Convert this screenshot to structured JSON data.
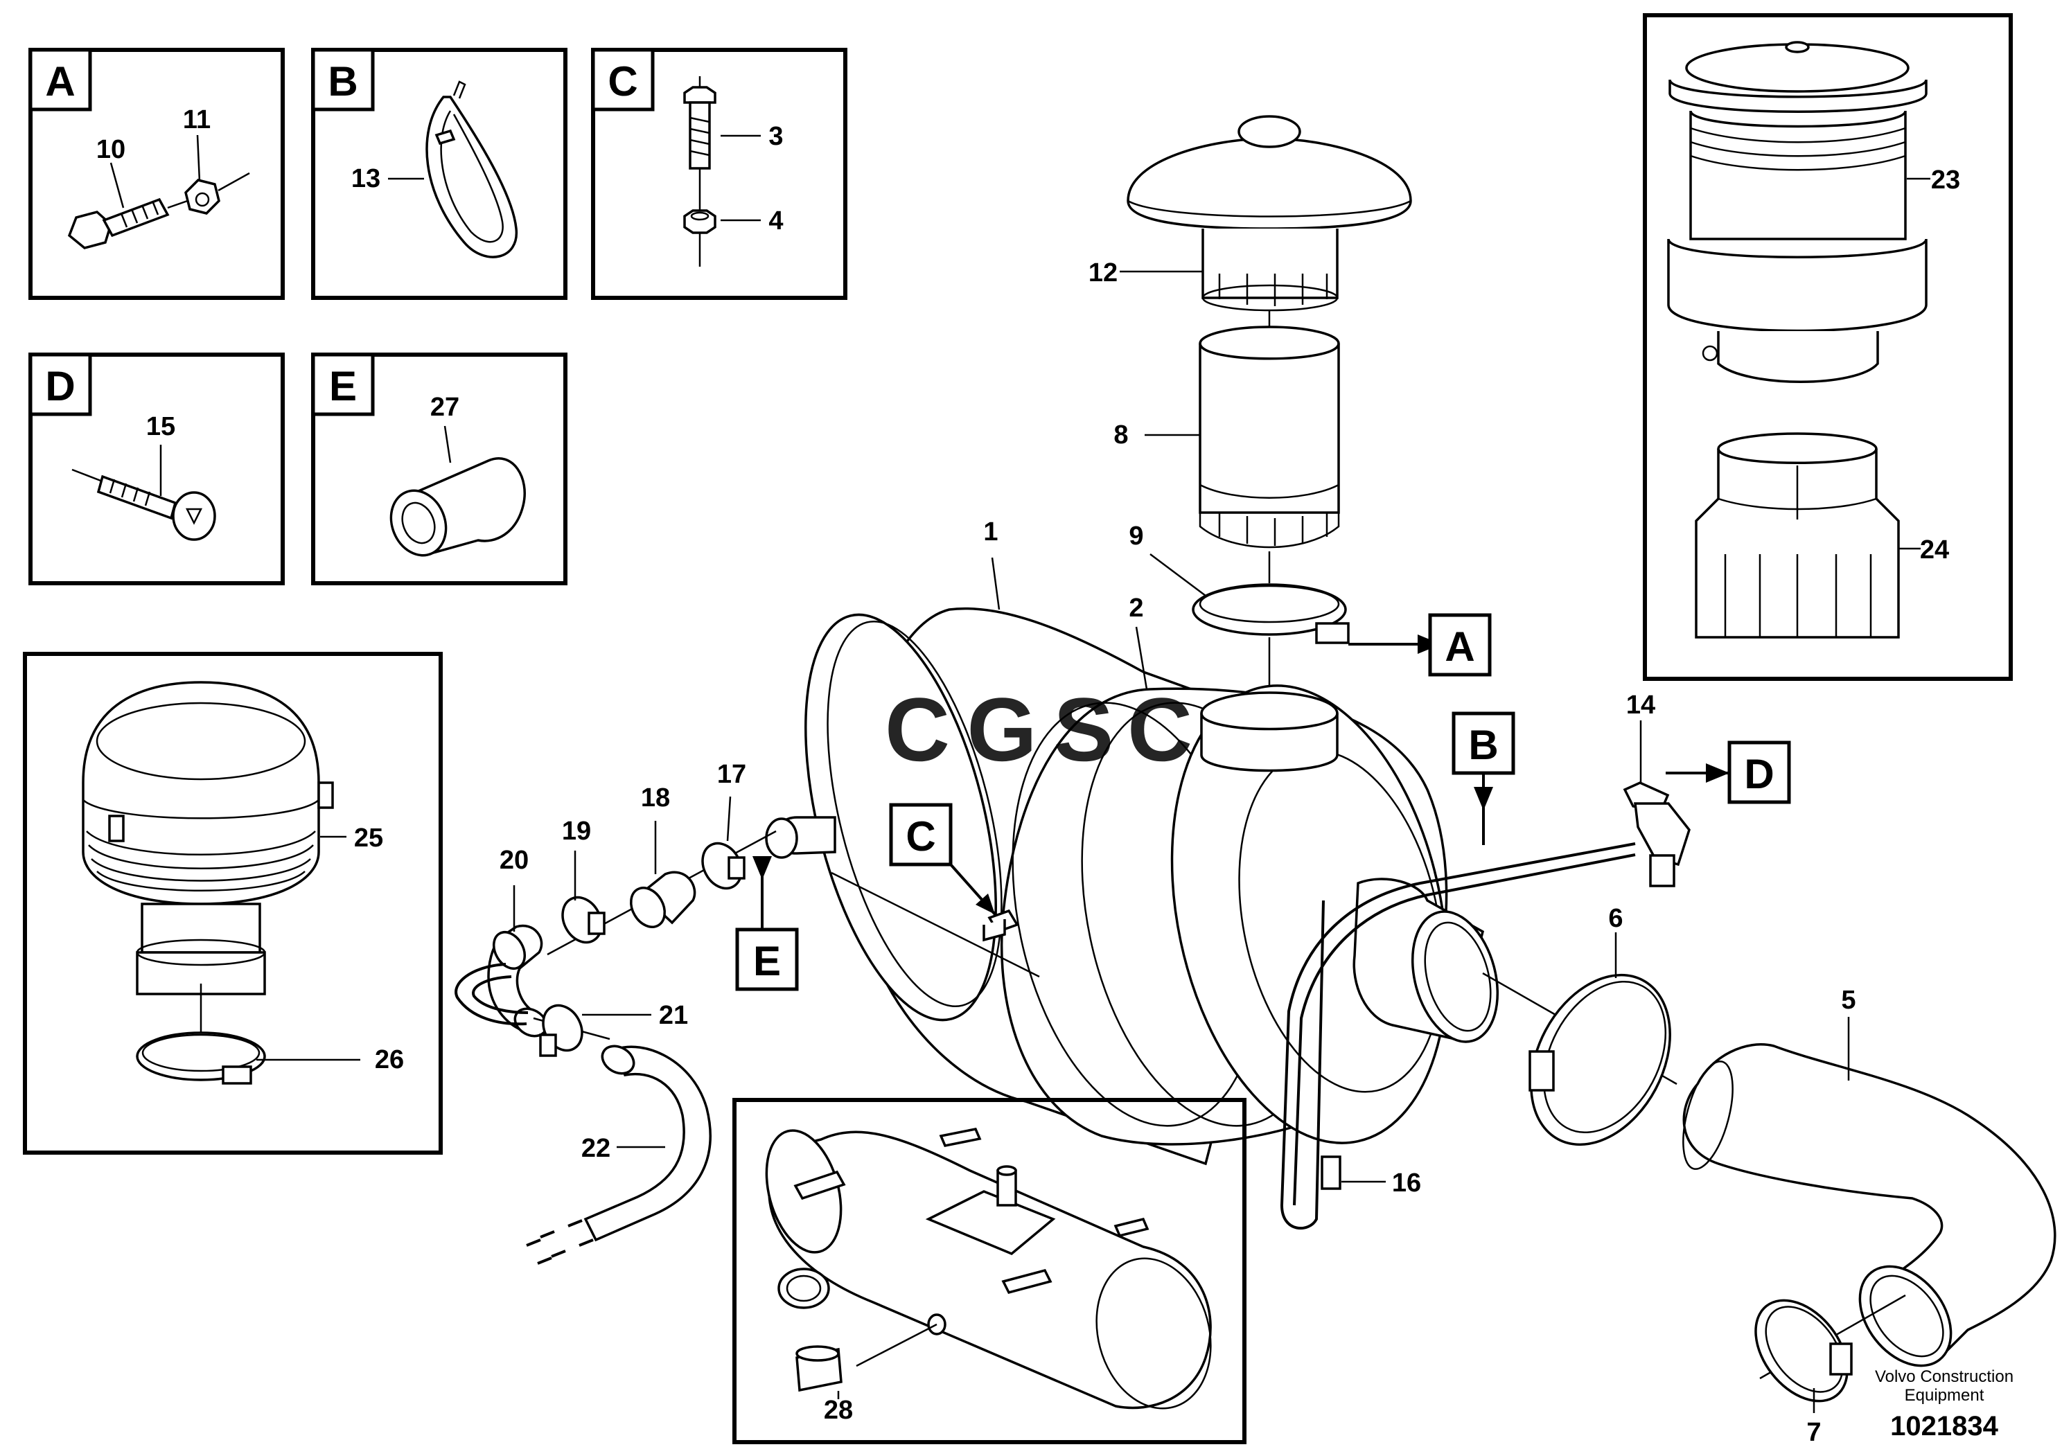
{
  "detail_letters": [
    "A",
    "B",
    "C",
    "D",
    "E"
  ],
  "callout_letters": [
    "A",
    "B",
    "C",
    "D",
    "E"
  ],
  "part_numbers": {
    "p1": "1",
    "p2": "2",
    "p3": "3",
    "p4": "4",
    "p5": "5",
    "p6": "6",
    "p7": "7",
    "p8": "8",
    "p9": "9",
    "p10": "10",
    "p11": "11",
    "p12": "12",
    "p13": "13",
    "p14": "14",
    "p15": "15",
    "p16": "16",
    "p17": "17",
    "p18": "18",
    "p19": "19",
    "p20": "20",
    "p21": "21",
    "p22": "22",
    "p23": "23",
    "p24": "24",
    "p25": "25",
    "p26": "26",
    "p27": "27",
    "p28": "28"
  },
  "watermark": "CGSC",
  "watermark_colors": [
    "#4285f4",
    "#ea4335",
    "#fbbc05",
    "#34a853"
  ],
  "footer": {
    "brand_line1": "Volvo Construction",
    "brand_line2": "Equipment",
    "drawing_number": "1021834"
  }
}
